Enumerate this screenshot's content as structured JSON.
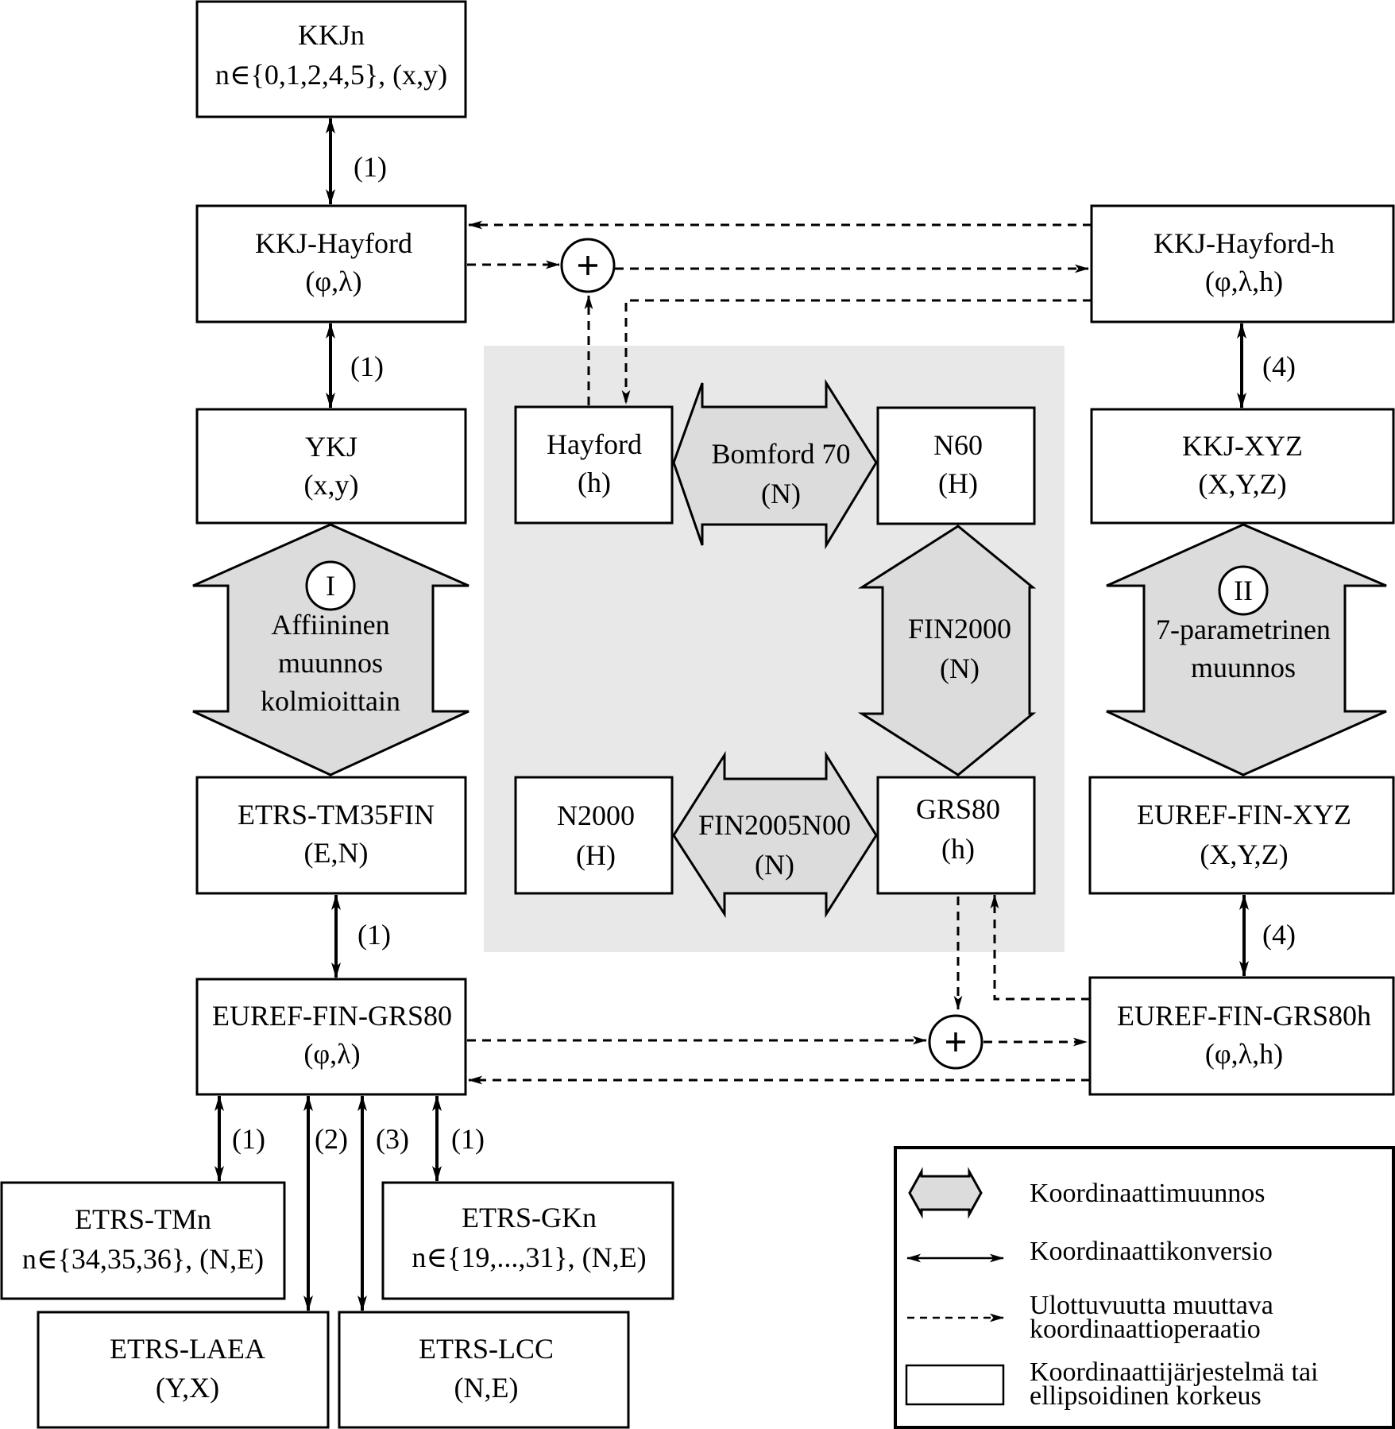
{
  "nodes": {
    "kkjn": {
      "line1": "KKJn",
      "line2": "n∈{0,1,2,4,5}, (x,y)"
    },
    "kkj_hayford": {
      "line1": "KKJ-Hayford",
      "line2": "(φ,λ)"
    },
    "ykj": {
      "line1": "YKJ",
      "line2": "(x,y)"
    },
    "etrs_tm35fin": {
      "line1": "ETRS-TM35FIN",
      "line2": "(E,N)"
    },
    "euref_fin_grs80": {
      "line1": "EUREF-FIN-GRS80",
      "line2": "(φ,λ)"
    },
    "etrs_tmn": {
      "line1": "ETRS-TMn",
      "line2": "n∈{34,35,36}, (N,E)"
    },
    "etrs_gkn": {
      "line1": "ETRS-GKn",
      "line2": "n∈{19,...,31}, (N,E)"
    },
    "etrs_laea": {
      "line1": "ETRS-LAEA",
      "line2": "(Y,X)"
    },
    "etrs_lcc": {
      "line1": "ETRS-LCC",
      "line2": "(N,E)"
    },
    "hayford_h": {
      "line1": "Hayford",
      "line2": "(h)"
    },
    "n60": {
      "line1": "N60",
      "line2": "(H)"
    },
    "n2000": {
      "line1": "N2000",
      "line2": "(H)"
    },
    "grs80_h": {
      "line1": "GRS80",
      "line2": "(h)"
    },
    "kkj_hayford_h": {
      "line1": "KKJ-Hayford-h",
      "line2": "(φ,λ,h)"
    },
    "kkj_xyz": {
      "line1": "KKJ-XYZ",
      "line2": "(X,Y,Z)"
    },
    "euref_fin_xyz": {
      "line1": "EUREF-FIN-XYZ",
      "line2": "(X,Y,Z)"
    },
    "euref_fin_grs80h": {
      "line1": "EUREF-FIN-GRS80h",
      "line2": "(φ,λ,h)"
    }
  },
  "transformations": {
    "affine": {
      "badge": "I",
      "line1": "Affiininen",
      "line2": "muunnos",
      "line3": "kolmioittain"
    },
    "seven_param": {
      "badge": "II",
      "line1": "7-parametrinen",
      "line2": "muunnos"
    },
    "bomford": {
      "line1": "Bomford 70",
      "line2": "(N)"
    },
    "fin2000": {
      "line1": "FIN2000",
      "line2": "(N)"
    },
    "fin2005n00": {
      "line1": "FIN2005N00",
      "line2": "(N)"
    }
  },
  "edge_labels": {
    "kkjn_kkjhayford": "(1)",
    "kkjhayford_ykj": "(1)",
    "kkjhayfordh_kkjxyz": "(4)",
    "tm35fin_eurefgrs80": "(1)",
    "eurefxyz_eurefgrs80h": "(4)",
    "to_tmn": "(1)",
    "to_laea": "(2)",
    "to_lcc": "(3)",
    "to_gkn": "(1)"
  },
  "operators": {
    "plus_top": "+",
    "plus_bottom": "+"
  },
  "legend": {
    "transformation": "Koordinaattimuunnos",
    "conversion": "Koordinaattikonversio",
    "operation_line1": "Ulottuvuutta muuttava",
    "operation_line2": "koordinaattioperaatio",
    "system_line1": "Koordinaattijärjestelmä tai",
    "system_line2": "ellipsoidinen korkeus"
  }
}
